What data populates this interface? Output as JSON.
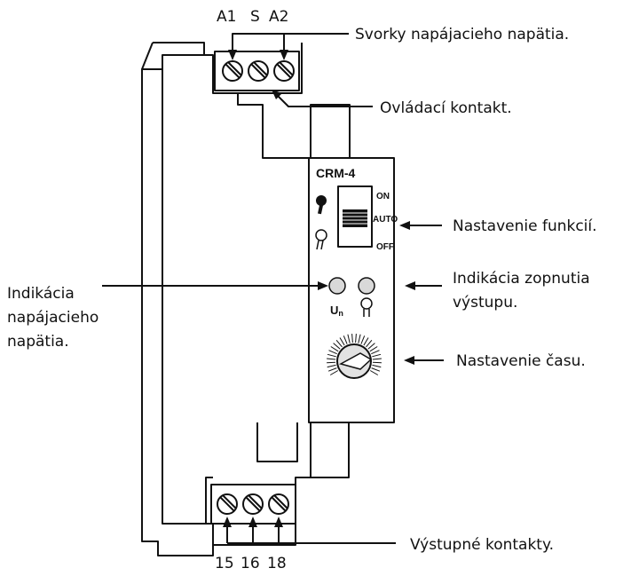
{
  "device": {
    "model": "CRM-4",
    "switch_positions": [
      "ON",
      "AUTO",
      "OFF"
    ],
    "led_label_main": "U",
    "led_label_sub": "n",
    "led_colors": {
      "fill": "#d9d9d9",
      "stroke": "#111111"
    }
  },
  "terminals_top": [
    "A1",
    "S",
    "A2"
  ],
  "terminals_bottom": [
    "15",
    "16",
    "18"
  ],
  "callouts": {
    "supply_terminals": "Svorky napájacieho napätia.",
    "control_contact": "Ovládací kontakt.",
    "function_setting": "Nastavenie funkcií.",
    "supply_indication": [
      "Indikácia",
      "napájacieho",
      "napätia."
    ],
    "output_indication": [
      "Indikácia zopnutia",
      "výstupu."
    ],
    "time_setting": "Nastavenie času.",
    "output_contacts": "Výstupné kontakty."
  }
}
